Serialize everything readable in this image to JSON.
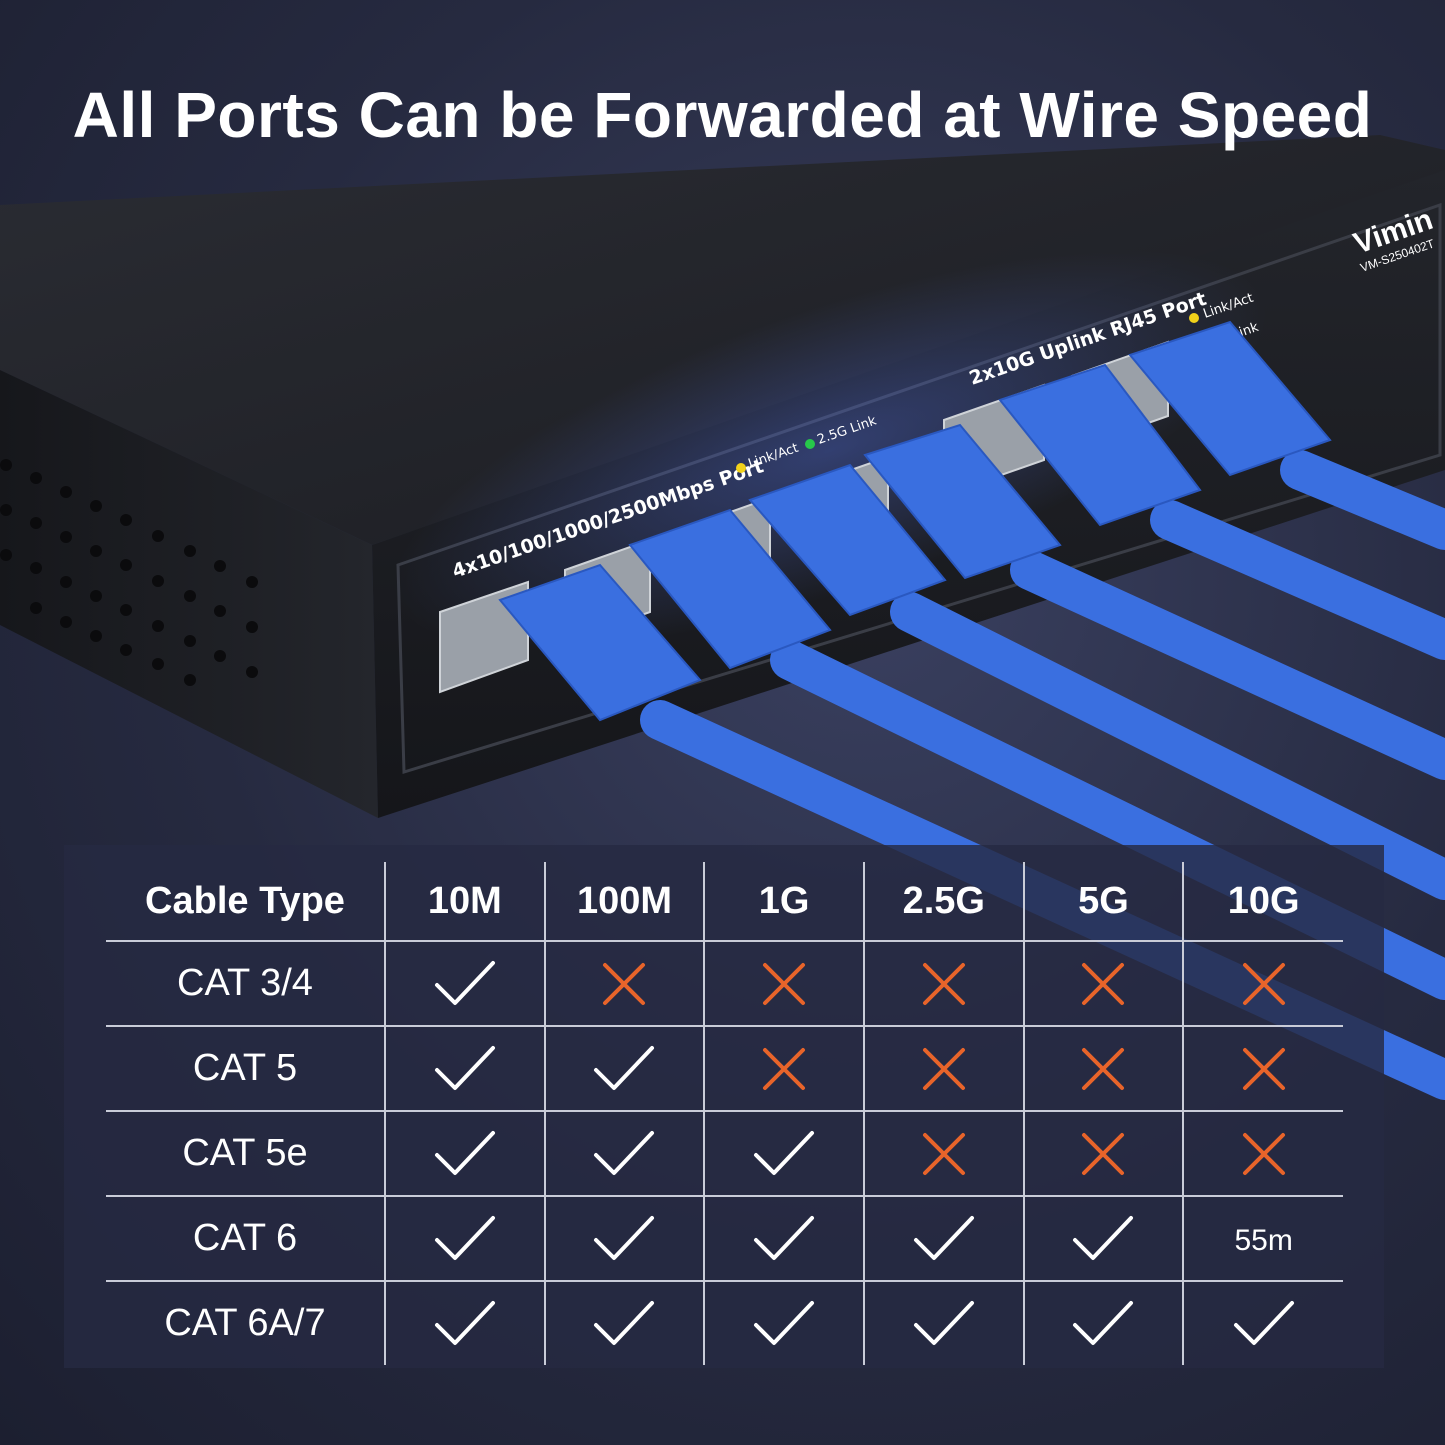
{
  "headline": "All Ports Can be Forwarded at Wire Speed",
  "device": {
    "brand": "Vimin",
    "model": "VM-S250402T",
    "port_group_left_label": "4x10/100/1000/2500Mbps Port",
    "port_group_right_label": "2x10G Uplink RJ45 Port",
    "led_left_1": "Link/Act",
    "led_left_2": "2.5G Link",
    "led_right_1": "Link/Act",
    "led_right_2": "10G Link",
    "cable_color": "#3a6fe0",
    "body_color": "#1e1f24"
  },
  "table": {
    "header": [
      "Cable  Type",
      "10M",
      "100M",
      "1G",
      "2.5G",
      "5G",
      "10G"
    ],
    "rows": [
      {
        "name": "CAT 3/4",
        "cells": [
          "check",
          "cross",
          "cross",
          "cross",
          "cross",
          "cross"
        ]
      },
      {
        "name": "CAT 5",
        "cells": [
          "check",
          "check",
          "cross",
          "cross",
          "cross",
          "cross"
        ]
      },
      {
        "name": "CAT 5e",
        "cells": [
          "check",
          "check",
          "check",
          "cross",
          "cross",
          "cross"
        ]
      },
      {
        "name": "CAT 6",
        "cells": [
          "check",
          "check",
          "check",
          "check",
          "check",
          "55m"
        ]
      },
      {
        "name": "CAT 6A/7",
        "cells": [
          "check",
          "check",
          "check",
          "check",
          "check",
          "check"
        ]
      }
    ],
    "check_color": "#ffffff",
    "cross_color": "#e8642a"
  }
}
